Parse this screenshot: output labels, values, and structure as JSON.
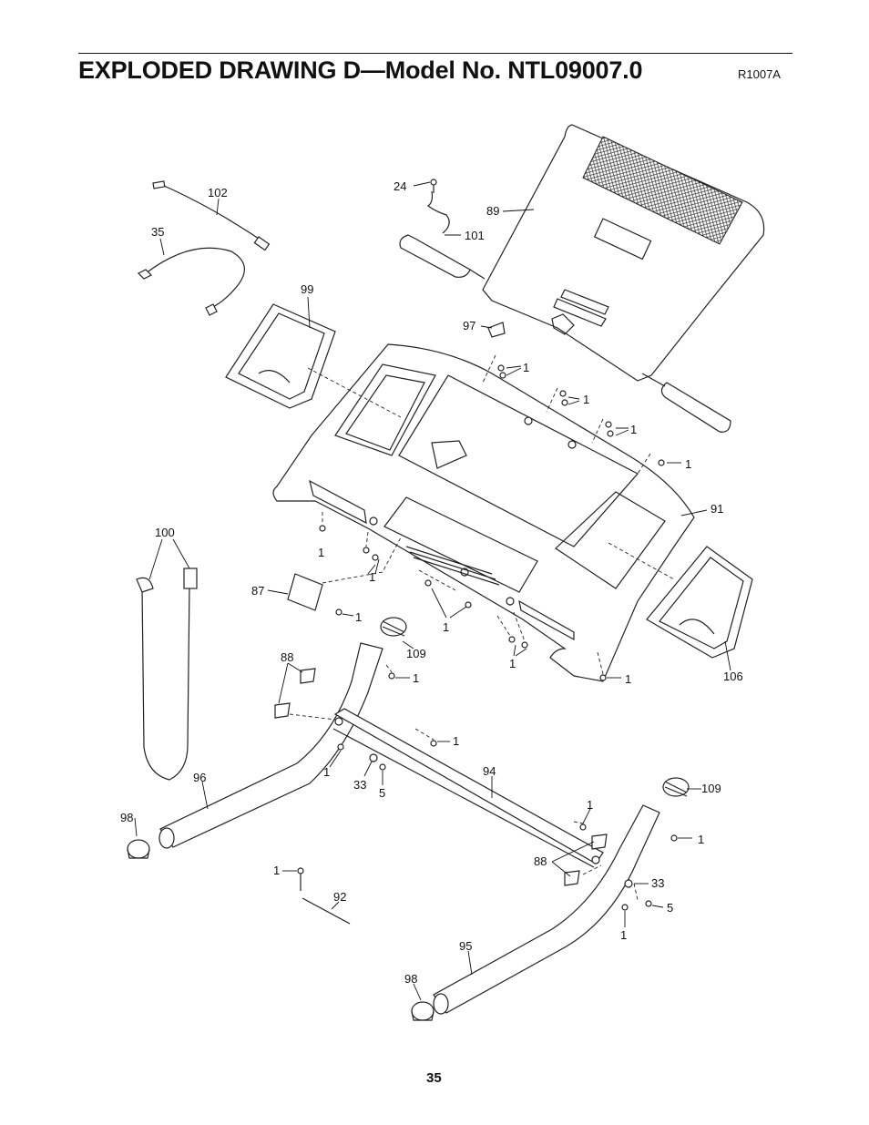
{
  "header": {
    "title": "EXPLODED DRAWING D—Model No. NTL09007.0",
    "code": "R1007A"
  },
  "page_number": "35",
  "callouts": {
    "c102": "102",
    "c35": "35",
    "c24": "24",
    "c89": "89",
    "c101": "101",
    "c99": "99",
    "c97": "97",
    "c1a": "1",
    "c1b": "1",
    "c1c": "1",
    "c1d": "1",
    "c91": "91",
    "c100": "100",
    "c1e": "1",
    "c1f": "1",
    "c87": "87",
    "c1g": "1",
    "c1h": "1",
    "c1i": "1",
    "c109a": "109",
    "c106": "106",
    "c88a": "88",
    "c1j": "1",
    "c1k": "1",
    "c1l": "1",
    "c33a": "33",
    "c5a": "5",
    "c94": "94",
    "c96": "96",
    "c109b": "109",
    "c1m": "1",
    "c98a": "98",
    "c1n": "1",
    "c88b": "88",
    "c33b": "33",
    "c1o": "1",
    "c92": "92",
    "c5b": "5",
    "c1p": "1",
    "c95": "95",
    "c98b": "98"
  }
}
